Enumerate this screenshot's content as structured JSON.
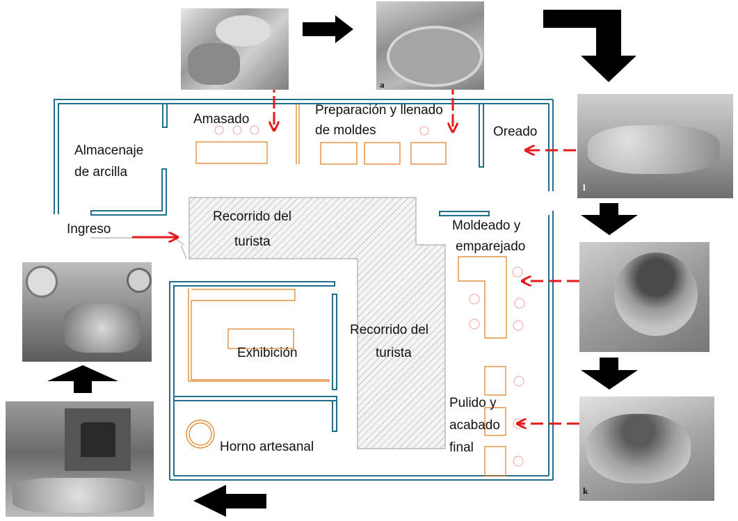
{
  "labels": {
    "amasado": "Amasado",
    "preparacion_1": "Preparación y llenado",
    "preparacion_2": "de moldes",
    "oreado": "Oreado",
    "almacenaje_1": "Almacenaje",
    "almacenaje_2": "de arcilla",
    "ingreso": "Ingreso",
    "recorrido_top_1": "Recorrido del",
    "recorrido_top_2": "turista",
    "moldeado_1": "Moldeado y",
    "moldeado_2": "emparejado",
    "recorrido_mid_1": "Recorrido del",
    "recorrido_mid_2": "turista",
    "exhibicion": "Exhibición",
    "pulido_1": "Pulido y",
    "pulido_2": "acabado",
    "pulido_3": "final",
    "horno": "Horno artesanal"
  },
  "photos": {
    "prep_tag": "a",
    "oreado_tag": "l",
    "pulido_tag": "k"
  },
  "colors": {
    "wall": "#1f6f8b",
    "furniture": "#e07b1a",
    "arrow_red": "#e41a1a",
    "arrow_black": "#000000",
    "hatch": "#9a9a9a"
  }
}
